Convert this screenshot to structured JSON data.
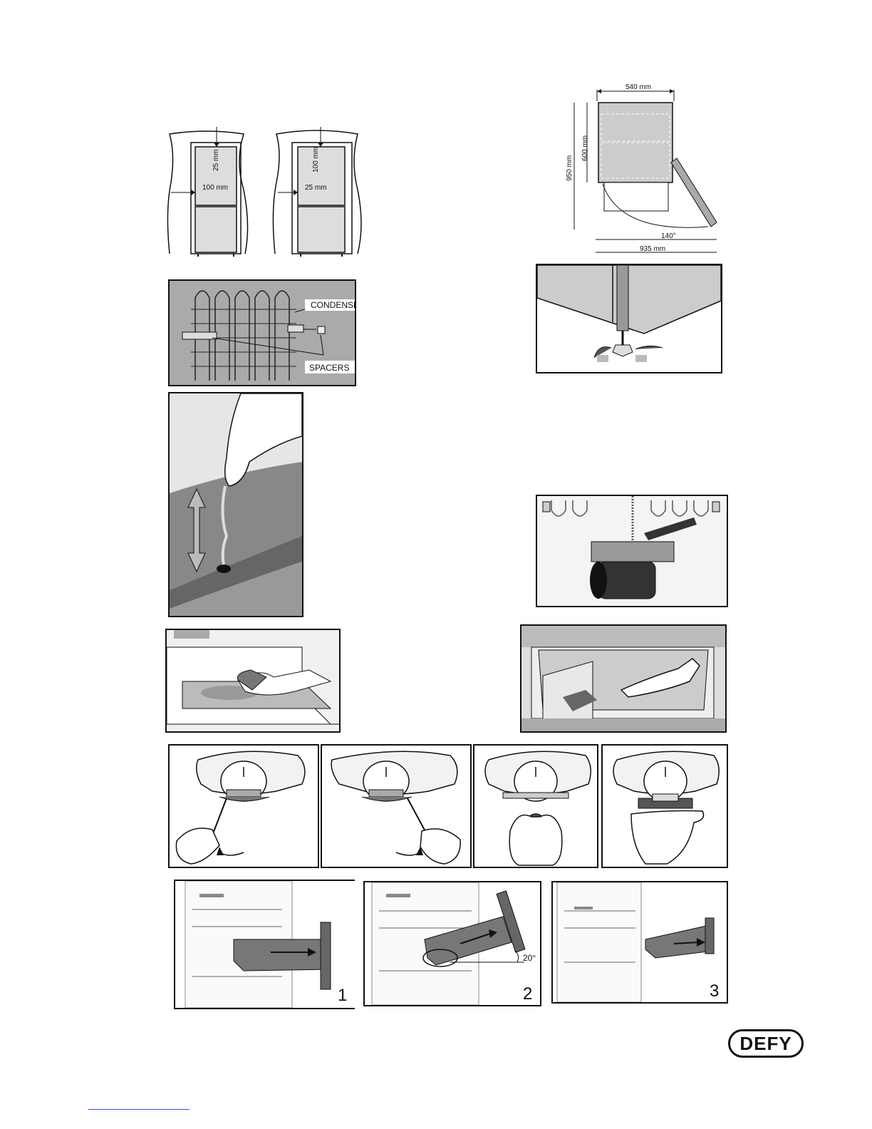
{
  "clearance": {
    "left_top": "25 mm",
    "left_side": "100 mm",
    "right_top": "100 mm",
    "right_side": "25 mm"
  },
  "dimensions": {
    "width": "540 mm",
    "depth": "600 mm",
    "height": "950 mm",
    "angle": "140°",
    "open_depth": "935 mm"
  },
  "condenser": {
    "condenser_label": "CONDENSER",
    "spacers_label": "SPACERS"
  },
  "crisper_steps": {
    "step1": "1",
    "step2": "2",
    "step3": "3",
    "tilt_angle": "20°"
  },
  "brand": {
    "logo_text": "DEFY"
  }
}
